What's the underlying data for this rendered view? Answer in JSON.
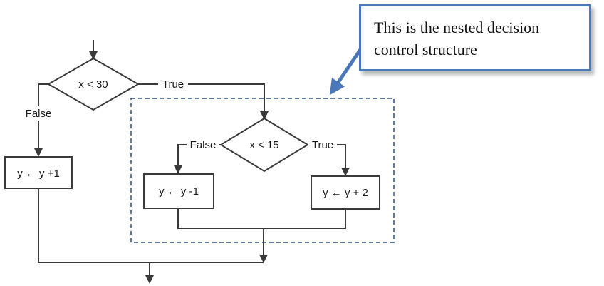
{
  "flowchart": {
    "outer_decision": {
      "label": "x < 30",
      "true_label": "True",
      "false_label": "False"
    },
    "outer_false_process": {
      "label": "y ← y +1"
    },
    "inner_decision": {
      "label": "x < 15",
      "true_label": "True",
      "false_label": "False"
    },
    "inner_false_process": {
      "label": "y ← y -1"
    },
    "inner_true_process": {
      "label": "y ← y + 2"
    }
  },
  "callout": {
    "text": "This is the nested decision control structure",
    "border_color": "#4a78b8",
    "dash_color": "#2f4f7f"
  }
}
